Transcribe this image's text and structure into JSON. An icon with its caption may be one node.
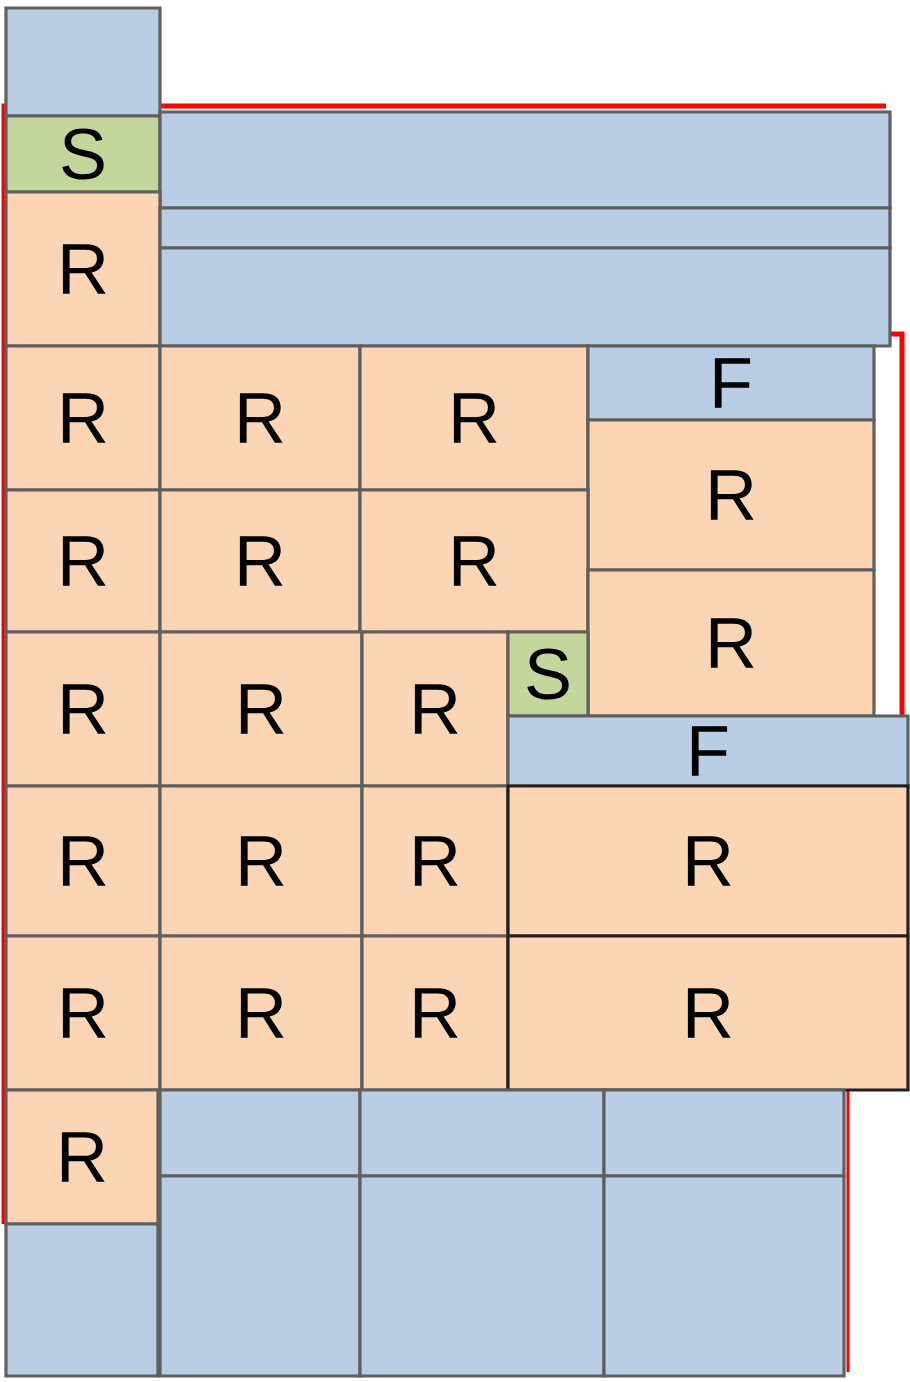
{
  "diagram": {
    "nodes": [
      {
        "text": [],
        "shape": "box"
      },
      {
        "text": [
          "S"
        ]
      },
      {
        "text": [],
        "shape": "box"
      },
      {
        "text": [
          "R"
        ]
      },
      {
        "text": [],
        "shape": "box"
      },
      {
        "text": [],
        "shape": "box"
      },
      {
        "text": [
          "R"
        ]
      },
      {
        "text": [
          "R"
        ]
      },
      {
        "text": [
          "R"
        ]
      },
      {
        "text": [
          "F"
        ]
      },
      {
        "text": [
          "R"
        ]
      },
      {
        "text": [
          "R"
        ]
      },
      {
        "text": [
          "R"
        ]
      },
      {
        "text": [
          "R"
        ]
      },
      {
        "text": [
          "R"
        ]
      },
      {
        "text": [
          "R"
        ]
      },
      {
        "text": [
          "R"
        ]
      },
      {
        "text": [
          "R"
        ]
      },
      {
        "text": [
          "S"
        ]
      },
      {
        "text": [
          "F"
        ]
      },
      {
        "text": [
          "R"
        ]
      },
      {
        "text": [
          "R"
        ]
      },
      {
        "text": [
          "R"
        ]
      },
      {
        "text": [
          "R"
        ]
      },
      {
        "text": [
          "R"
        ]
      },
      {
        "text": [
          "R"
        ]
      },
      {
        "text": [
          "R"
        ]
      },
      {
        "text": [
          "R"
        ]
      },
      {
        "text": [
          "R"
        ]
      },
      {
        "text": [],
        "shape": "box"
      },
      {
        "text": [],
        "shape": "box"
      },
      {
        "text": [],
        "shape": "box"
      },
      {
        "text": [],
        "shape": "box"
      },
      {
        "text": [],
        "shape": "box"
      },
      {
        "text": [],
        "shape": "box"
      },
      {
        "text": [],
        "shape": "box"
      }
    ]
  }
}
